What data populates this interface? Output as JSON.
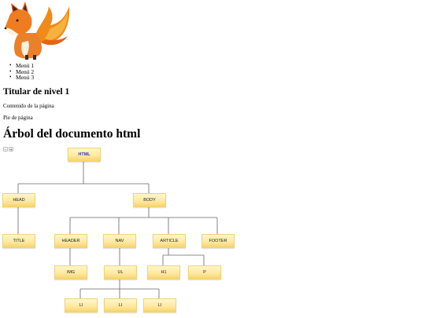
{
  "menu": {
    "items": [
      "Menú 1",
      "Menú 2",
      "Menú 3"
    ]
  },
  "heading": "Titular de nivel 1",
  "content": "Contenido de la página",
  "footer": "Pie de página",
  "tree_title": "Árbol del documento html",
  "zoom": {
    "minus": "–",
    "plus": "+"
  },
  "tree": {
    "html": "HTML",
    "head": "HEAD",
    "body": "BODY",
    "title": "TITLE",
    "header": "HEADER",
    "nav": "NAV",
    "article": "ARTICLE",
    "footer": "FOOTER",
    "img": "IMG",
    "ul": "UL",
    "h1": "H1",
    "p": "P",
    "li": [
      "LI",
      "LI",
      "LI"
    ]
  },
  "colors": {
    "node_fill": "#ffe9a2",
    "node_border": "#f0d27d",
    "root_text": "#2e3ab0"
  }
}
